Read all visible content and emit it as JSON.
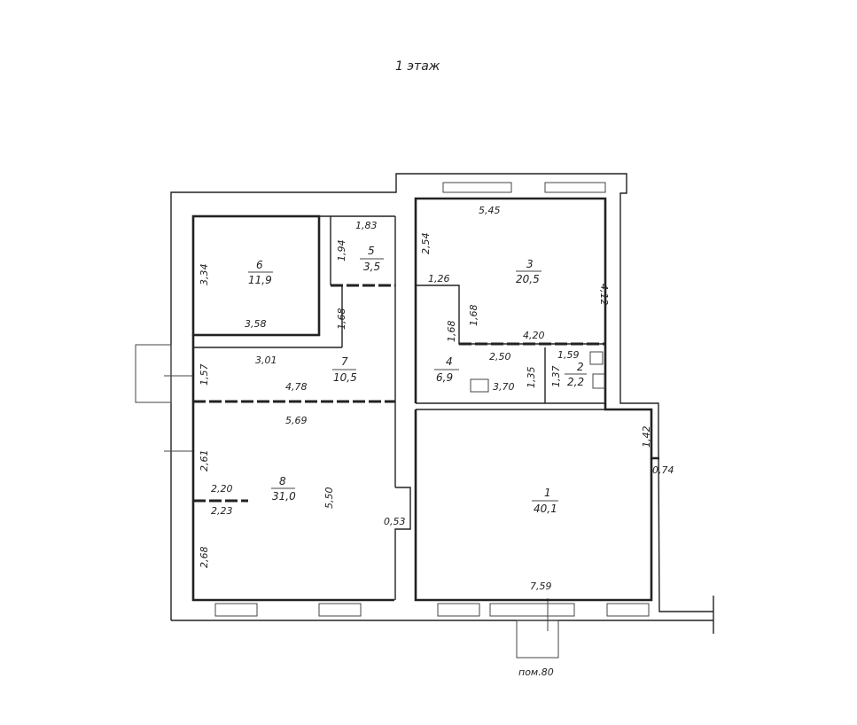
{
  "title": "1 этаж",
  "rooms": [
    {
      "number": "1",
      "area": "40,1"
    },
    {
      "number": "2",
      "area": "2,2"
    },
    {
      "number": "3",
      "area": "20,5"
    },
    {
      "number": "4",
      "area": "6,9"
    },
    {
      "number": "5",
      "area": "3,5"
    },
    {
      "number": "6",
      "area": "11,9"
    },
    {
      "number": "7",
      "area": "10,5"
    },
    {
      "number": "8",
      "area": "31,0"
    }
  ],
  "dimensions": {
    "r6_h": "3,34",
    "r6_w": "3,58",
    "r5_w": "1,83",
    "r5_h": "1,94",
    "r7_a": "1,68",
    "r7_b": "3,01",
    "r7_c": "4,78",
    "r7_h": "1,57",
    "r3_w": "5,45",
    "r3_h": "4,12",
    "r3_a": "2,54",
    "r3_b": "1,26",
    "r3_c": "1,68",
    "r3_d": "4,20",
    "r4_a": "1,68",
    "r4_b": "2,50",
    "r4_c": "3,70",
    "r4_d": "1,35",
    "r2_a": "1,59",
    "r2_b": "1,37",
    "r8_top": "5,69",
    "r8_a": "2,61",
    "r8_b": "2,20",
    "r8_c": "2,23",
    "r8_d": "2,68",
    "r8_e": "5,50",
    "r8_f": "0,53",
    "r1_a": "1,42",
    "r1_b": "0,74",
    "r1_c": "7,59"
  },
  "annotation": "пом.80"
}
